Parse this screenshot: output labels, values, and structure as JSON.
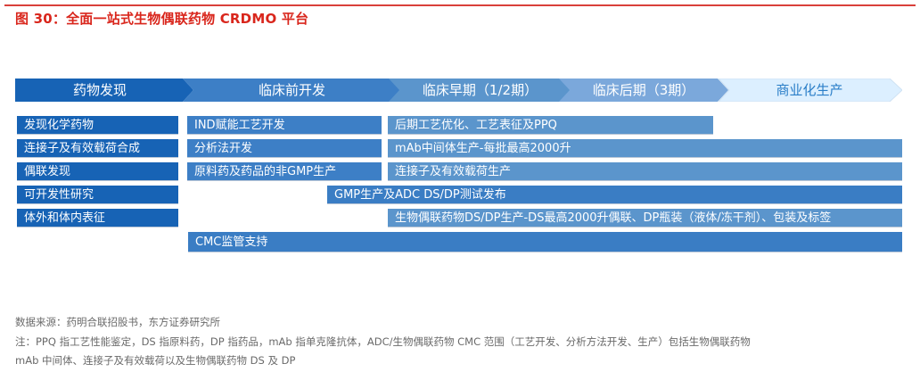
{
  "figure": {
    "title": "图 30：全面一站式生物偶联药物 CRDMO 平台",
    "accent_color": "#d9261c"
  },
  "stages": [
    {
      "label": "药物发现",
      "color": "#1763b5",
      "text_color": "#ffffff"
    },
    {
      "label": "临床前开发",
      "color": "#3d7fc6",
      "text_color": "#ffffff"
    },
    {
      "label": "临床早期（1/2期）",
      "color": "#5b95cc",
      "text_color": "#ffffff"
    },
    {
      "label": "临床后期（3期）",
      "color": "#7ba8db",
      "text_color": "#ffffff"
    },
    {
      "label": "商业化生产",
      "color": "#dcefff",
      "text_color": "#2a7ec8"
    }
  ],
  "discovery_items": [
    "发现化学药物",
    "连接子及有效载荷合成",
    "偶联发现",
    "可开发性研究",
    "体外和体内表征"
  ],
  "preclinical_items": [
    "IND赋能工艺开发",
    "分析法开发",
    "原料药及药品的非GMP生产"
  ],
  "clinical_items": [
    "后期工艺优化、工艺表征及PPQ",
    "mAb中间体生产-每批最高2000升",
    "连接子及有效载荷生产"
  ],
  "gmp_item": "GMP生产及ADC DS/DP测试发布",
  "bioconjugate_item": "生物偶联药物DS/DP生产-DS最高2000升偶联、DP瓶装（液体/冻干剂）、包装及标签",
  "cmc_item": "CMC监管支持",
  "footer": {
    "source": "数据来源：药明合联招股书，东方证券研究所",
    "note_line1": "注：PPQ 指工艺性能鉴定，DS 指原料药，DP 指药品，mAb 指单克隆抗体，ADC/生物偶联药物 CMC 范围（工艺开发、分析方法开发、生产）包括生物偶联药物",
    "note_line2": "mAb 中间体、连接子及有效载荷以及生物偶联药物 DS 及 DP"
  }
}
